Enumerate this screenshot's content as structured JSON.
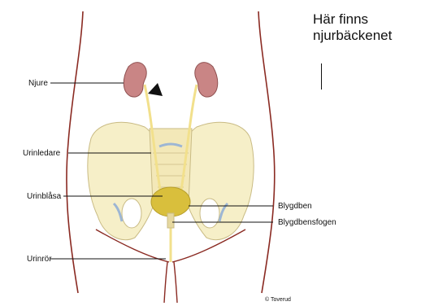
{
  "labels": {
    "njure": "Njure",
    "urinledare": "Urinledare",
    "urinblasa": "Urinblåsa",
    "urinror": "Urinrör",
    "blygdben": "Blygdben",
    "blygdbensfogen": "Blygdbensfogen"
  },
  "credit": "© Toverud",
  "caption": {
    "line1": "Här finns",
    "line2": "njurbäckenet"
  },
  "colors": {
    "kidney": "#c98585",
    "bone": "#f6efc8",
    "ureter": "#f2e08c",
    "bladder": "#d9bf3c",
    "outline": "#8a2a22"
  }
}
